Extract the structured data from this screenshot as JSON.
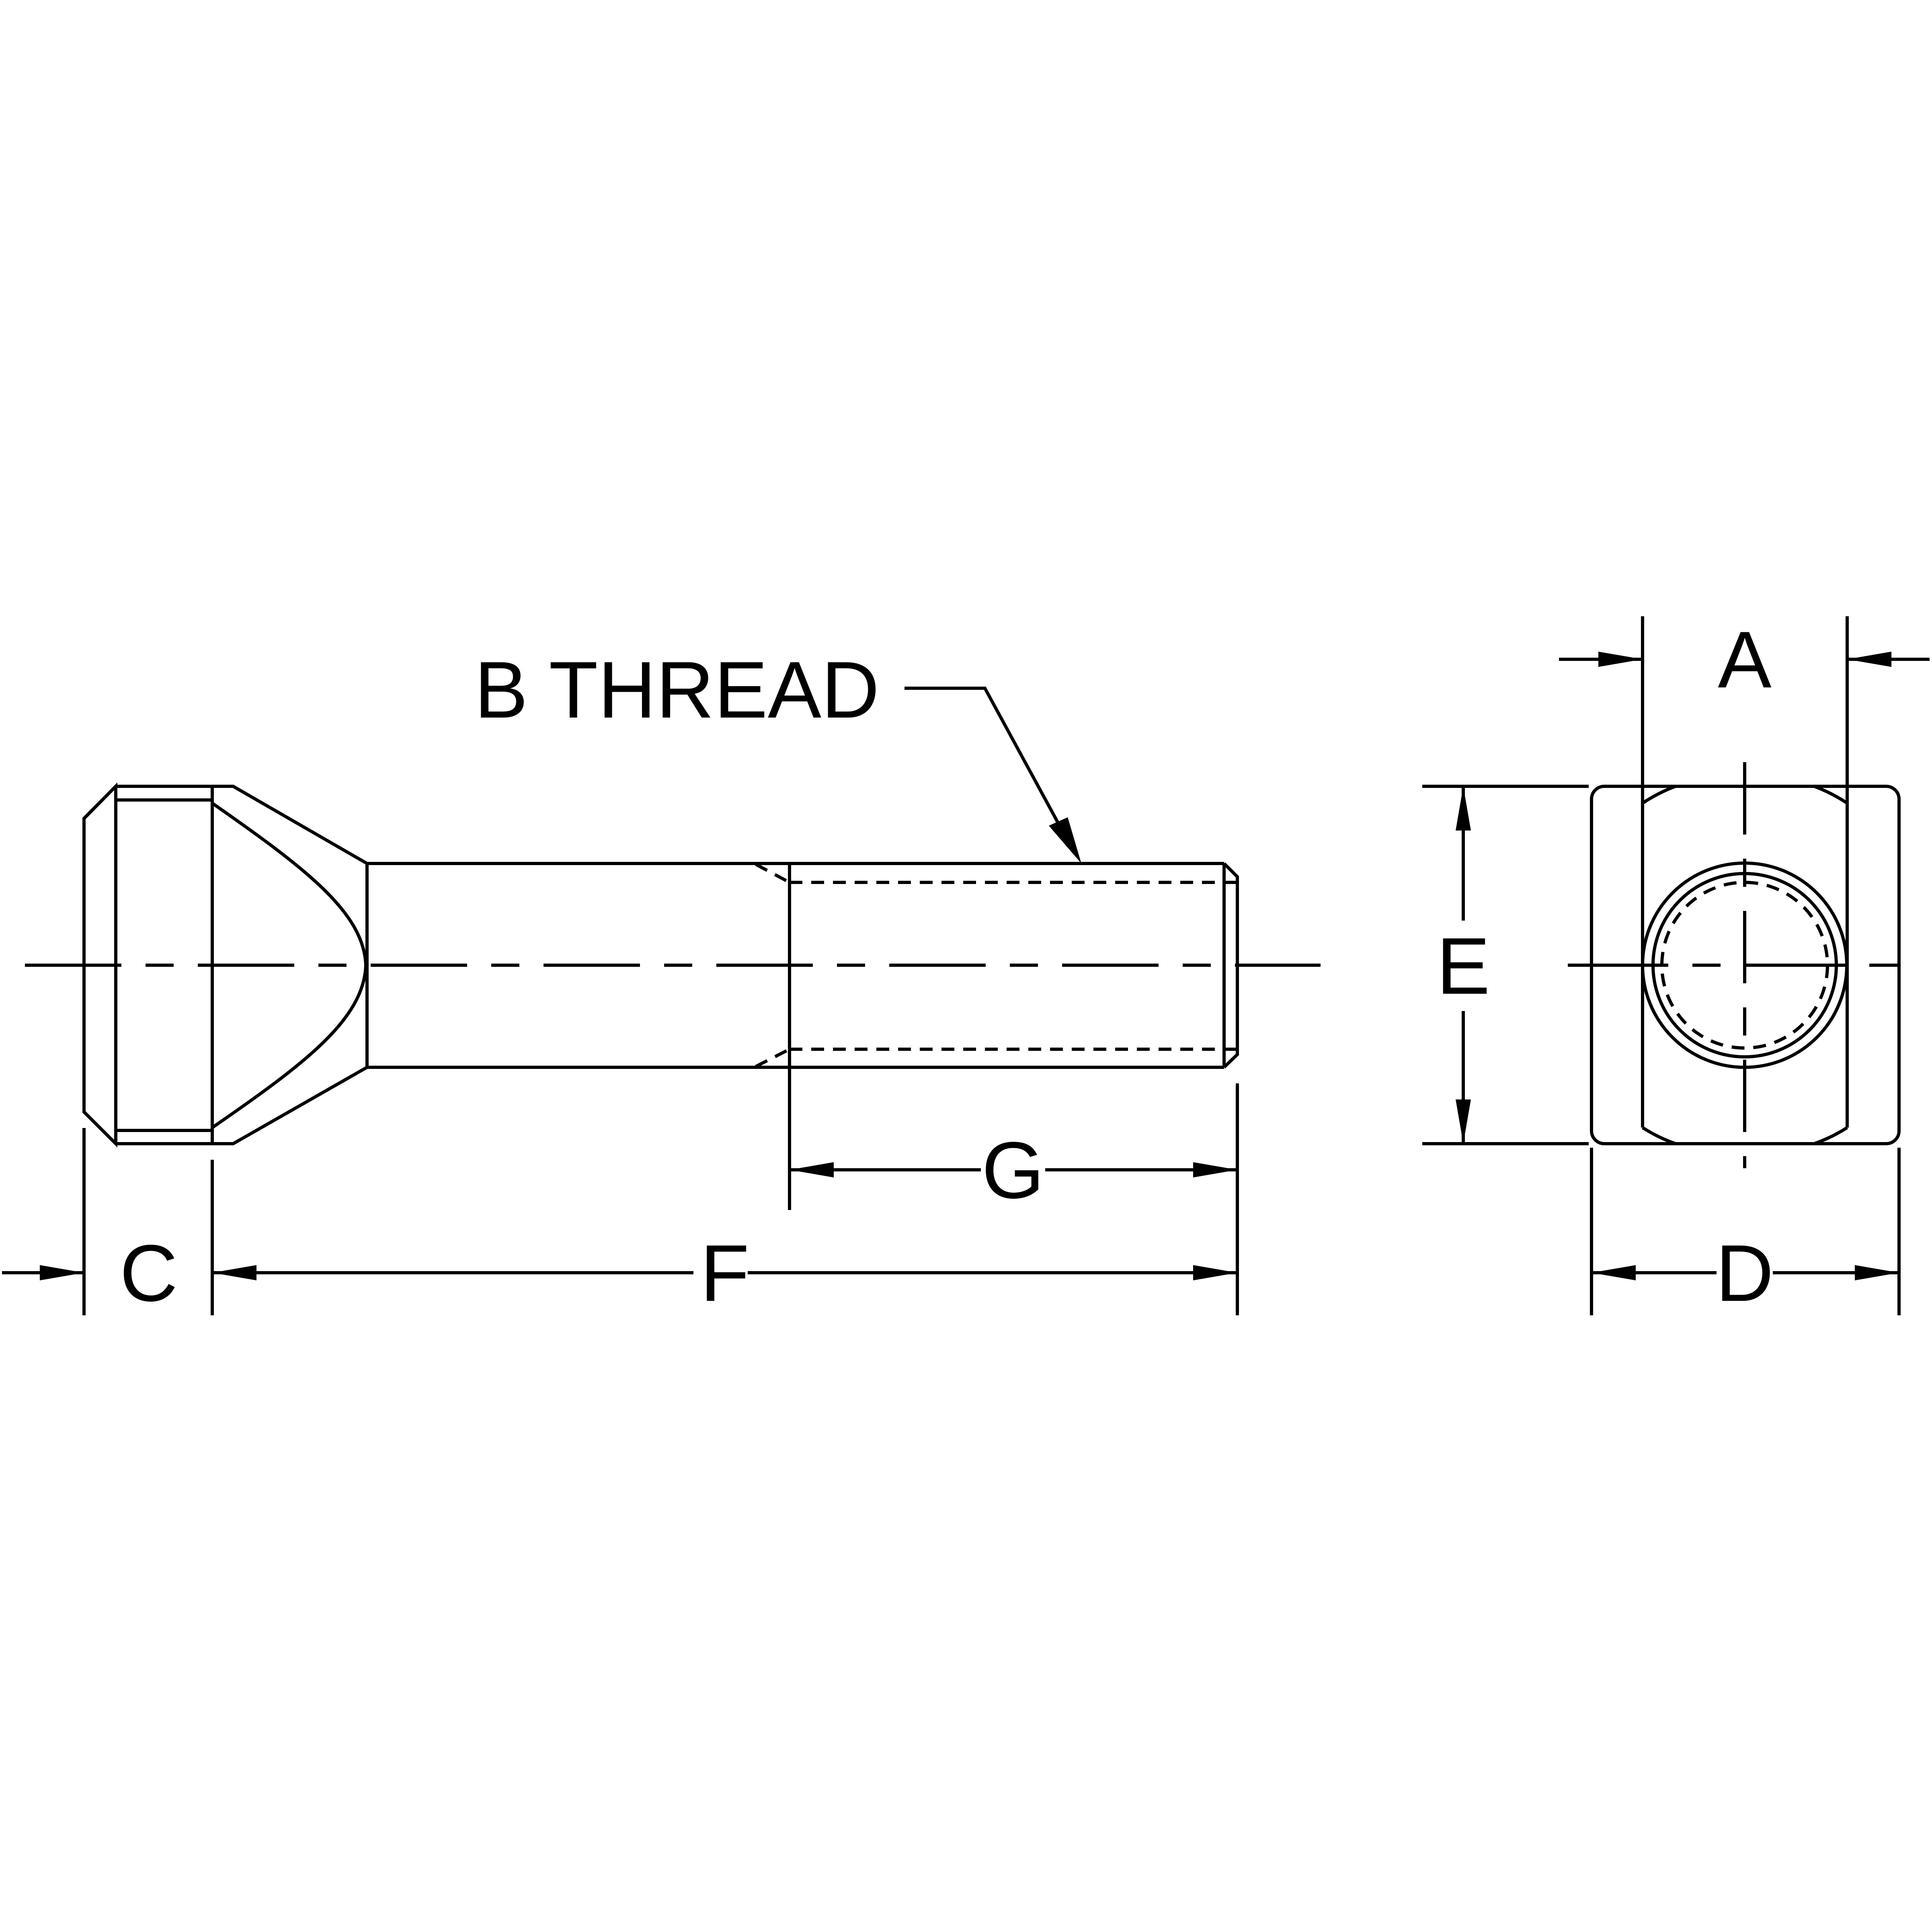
{
  "labels": {
    "thread": "B THREAD",
    "a": "A",
    "c": "C",
    "d": "D",
    "e": "E",
    "f": "F",
    "g": "G"
  },
  "colors": {
    "line": "#000000",
    "background": "#ffffff"
  }
}
